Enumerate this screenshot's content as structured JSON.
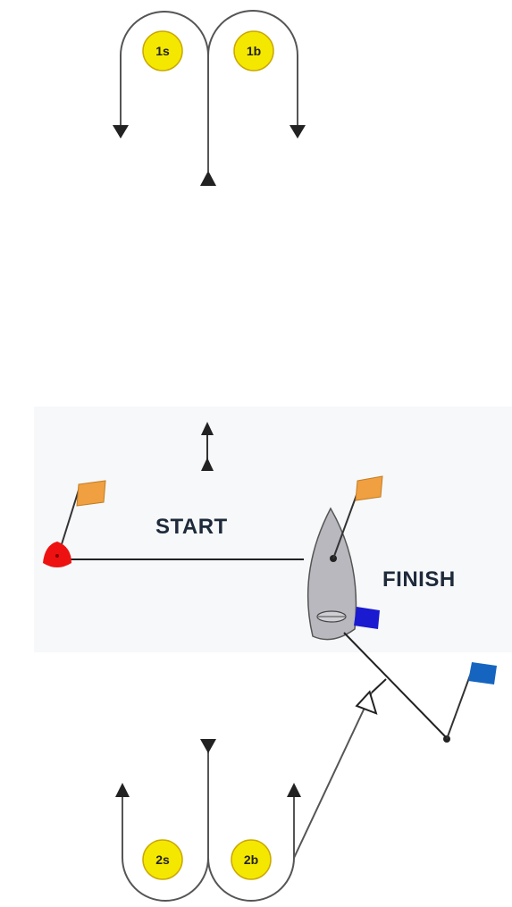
{
  "labels": {
    "start": "START",
    "finish": "FINISH"
  },
  "marks": [
    {
      "id": "1s",
      "label": "1s"
    },
    {
      "id": "1b",
      "label": "1b"
    },
    {
      "id": "2s",
      "label": "2s"
    },
    {
      "id": "2b",
      "label": "2b"
    }
  ],
  "colors": {
    "background": "#ffffff",
    "start_area": "#f6f8fa",
    "mark_fill": "#f5e800",
    "line": "#444444",
    "orange_flag": "#f0a040",
    "blue_flag": "#1565c0",
    "navy_flag": "#1a1ad0",
    "pin_buoy": "#ee1111",
    "committee_boat": "#b8b8be"
  }
}
